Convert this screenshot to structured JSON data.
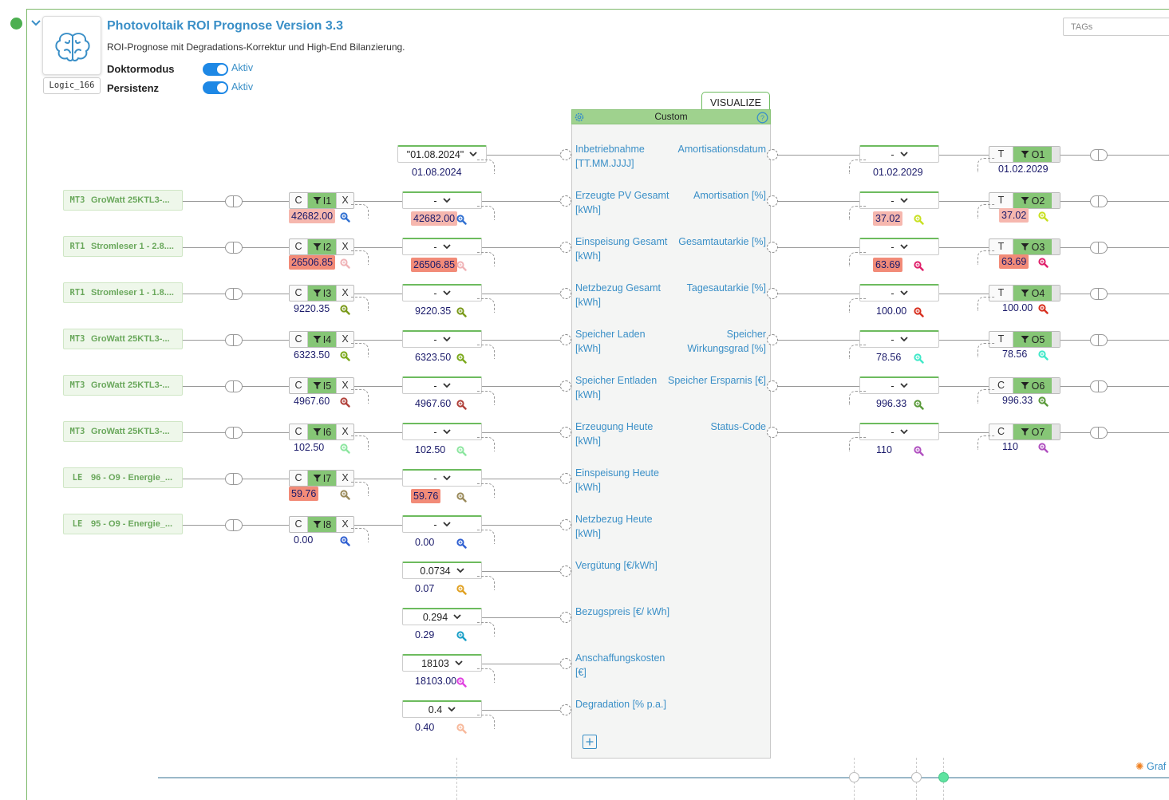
{
  "header": {
    "title": "Photovoltaik ROI Prognose Version 3.3",
    "subtitle": "ROI-Prognose mit Degradations-Korrektur und High-End Bilanzierung.",
    "logic_id": "Logic_166",
    "tags_placeholder": "TAGs",
    "options": [
      {
        "label": "Doktormodus",
        "state": "Aktiv"
      },
      {
        "label": "Persistenz",
        "state": "Aktiv"
      }
    ]
  },
  "block": {
    "visualize_label": "VISUALIZE",
    "title": "Custom",
    "inputs": [
      "Inbetriebnahme [TT.MM.JJJJ]",
      "Erzeugte PV Gesamt [kWh]",
      "Einspeisung Gesamt [kWh]",
      "Netzbezug Gesamt [kWh]",
      "Speicher Laden [kWh]",
      "Speicher Entladen [kWh]",
      "Erzeugung Heute [kWh]",
      "Einspeisung Heute [kWh]",
      "Netzbezug Heute [kWh]",
      "Vergütung [€/kWh]",
      "Bezugspreis [€/ kWh]",
      "Anschaffungskosten [€]",
      "Degradation [% p.a.]"
    ],
    "outputs": [
      "Amortisationsdatum",
      "Amortisation [%]",
      "Gesamtautarkie [%]",
      "Tagesautarkie [%]",
      "Speicher Wirkungsgrad [%]",
      "Speicher Ersparnis [€]",
      "Status-Code"
    ]
  },
  "sources": [
    {
      "tag": "MT3",
      "name": "GroWatt 25KTL3-..."
    },
    {
      "tag": "RT1",
      "name": "Stromleser 1 - 2.8...."
    },
    {
      "tag": "RT1",
      "name": "Stromleser 1 - 1.8...."
    },
    {
      "tag": "MT3",
      "name": "GroWatt 25KTL3-..."
    },
    {
      "tag": "MT3",
      "name": "GroWatt 25KTL3-..."
    },
    {
      "tag": "MT3",
      "name": "GroWatt 25KTL3-..."
    },
    {
      "tag": "LE",
      "name": "96 - O9 - Energie_..."
    },
    {
      "tag": "LE",
      "name": "95 - O9 - Energie_..."
    }
  ],
  "input_connectors": [
    {
      "c": "C",
      "id": "I1",
      "x": "X",
      "value": "42682.00",
      "highlight": "#f6b7ae",
      "mag": "#2f6fd1"
    },
    {
      "c": "C",
      "id": "I2",
      "x": "X",
      "value": "26506.85",
      "highlight": "#f28b78",
      "mag": "#f0b3b7"
    },
    {
      "c": "C",
      "id": "I3",
      "x": "X",
      "value": "9220.35",
      "highlight": "",
      "mag": "#7a9a1a"
    },
    {
      "c": "C",
      "id": "I4",
      "x": "X",
      "value": "6323.50",
      "highlight": "",
      "mag": "#7aa81a"
    },
    {
      "c": "C",
      "id": "I5",
      "x": "X",
      "value": "4967.60",
      "highlight": "",
      "mag": "#b0403a"
    },
    {
      "c": "C",
      "id": "I6",
      "x": "X",
      "value": "102.50",
      "highlight": "",
      "mag": "#8de6a0"
    },
    {
      "c": "C",
      "id": "I7",
      "x": "X",
      "value": "59.76",
      "highlight": "#f28b78",
      "mag": "#9a8a5a"
    },
    {
      "c": "C",
      "id": "I8",
      "x": "X",
      "value": "0.00",
      "highlight": "",
      "mag": "#2f5fd1"
    }
  ],
  "input_params": [
    {
      "select": "\"01.08.2024\"",
      "value": "01.08.2024",
      "highlight": "",
      "mag": ""
    },
    {
      "select": "-",
      "value": "42682.00",
      "highlight": "#f6b7ae",
      "mag": "#2f6fd1"
    },
    {
      "select": "-",
      "value": "26506.85",
      "highlight": "#f28b78",
      "mag": "#f0b3b7"
    },
    {
      "select": "-",
      "value": "9220.35",
      "highlight": "",
      "mag": "#7a9a1a"
    },
    {
      "select": "-",
      "value": "6323.50",
      "highlight": "",
      "mag": "#7aa81a"
    },
    {
      "select": "-",
      "value": "4967.60",
      "highlight": "",
      "mag": "#b0403a"
    },
    {
      "select": "-",
      "value": "102.50",
      "highlight": "",
      "mag": "#8de6a0"
    },
    {
      "select": "-",
      "value": "59.76",
      "highlight": "#f28b78",
      "mag": "#9a8a5a"
    },
    {
      "select": "-",
      "value": "0.00",
      "highlight": "",
      "mag": "#2f5fd1"
    },
    {
      "select": "0.0734",
      "value": "0.07",
      "highlight": "",
      "mag": "#e0a020"
    },
    {
      "select": "0.294",
      "value": "0.29",
      "highlight": "",
      "mag": "#1aa0c8"
    },
    {
      "select": "18103",
      "value": "18103.00",
      "highlight": "",
      "mag": "#e040e0"
    },
    {
      "select": "0.4",
      "value": "0.40",
      "highlight": "",
      "mag": "#f7b89a"
    }
  ],
  "output_params": [
    {
      "select": "-",
      "value": "01.02.2029",
      "highlight": "",
      "mag": ""
    },
    {
      "select": "-",
      "value": "37.02",
      "highlight": "#f6b7ae",
      "mag": "#c8e020"
    },
    {
      "select": "-",
      "value": "63.69",
      "highlight": "#f28b78",
      "mag": "#e0206a"
    },
    {
      "select": "-",
      "value": "100.00",
      "highlight": "",
      "mag": "#d83020"
    },
    {
      "select": "-",
      "value": "78.56",
      "highlight": "",
      "mag": "#40e8c8"
    },
    {
      "select": "-",
      "value": "996.33",
      "highlight": "",
      "mag": "#5a9a3a"
    },
    {
      "select": "-",
      "value": "110",
      "highlight": "",
      "mag": "#b050c0"
    }
  ],
  "output_connectors": [
    {
      "t": "T",
      "id": "O1",
      "value": "01.02.2029",
      "highlight": "",
      "mag": ""
    },
    {
      "t": "T",
      "id": "O2",
      "value": "37.02",
      "highlight": "#f6b7ae",
      "mag": "#c8e020"
    },
    {
      "t": "T",
      "id": "O3",
      "value": "63.69",
      "highlight": "#f28b78",
      "mag": "#e0206a"
    },
    {
      "t": "T",
      "id": "O4",
      "value": "100.00",
      "highlight": "",
      "mag": "#d83020"
    },
    {
      "t": "T",
      "id": "O5",
      "value": "78.56",
      "highlight": "",
      "mag": "#40e8c8"
    },
    {
      "t": "C",
      "id": "O6",
      "value": "996.33",
      "highlight": "",
      "mag": "#5a9a3a"
    },
    {
      "t": "C",
      "id": "O7",
      "value": "110",
      "highlight": "",
      "mag": "#b050c0"
    }
  ],
  "footer": {
    "grafana_label": "Graf"
  }
}
